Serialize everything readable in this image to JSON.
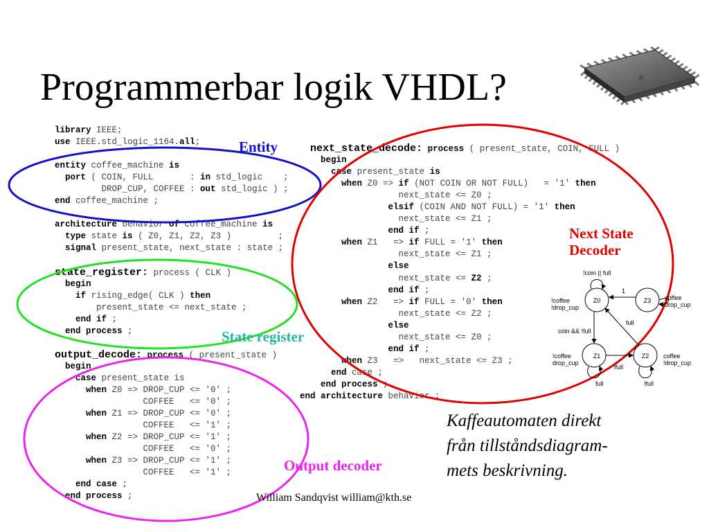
{
  "title": "Programmerbar logik VHDL?",
  "labels": {
    "entity": "Entity",
    "next_state_decoder": [
      "Next State",
      "Decoder"
    ],
    "state_register": "State register",
    "output_decoder": "Output decoder"
  },
  "colors": {
    "entity": "#1010c8",
    "next_state_decoder": "#e00000",
    "state_register": "#22e022",
    "output_decoder": "#ee22ee",
    "state_register_label": "#22b8a0"
  },
  "code_left": [
    [
      {
        "t": "library",
        "k": 1
      },
      {
        "t": " IEEE;",
        "v": 1
      }
    ],
    [
      {
        "t": "use",
        "k": 1
      },
      {
        "t": " IEEE.std_logic_1164.",
        "v": 1
      },
      {
        "t": "all",
        "k": 1
      },
      {
        "t": ";",
        "v": 1
      }
    ],
    [],
    [
      {
        "t": "entity",
        "k": 1
      },
      {
        "t": " coffee_machine ",
        "v": 1
      },
      {
        "t": "is",
        "k": 1
      }
    ],
    [
      {
        "t": "  "
      },
      {
        "t": "port",
        "k": 1
      },
      {
        "t": " ( COIN, FULL       : ",
        "v": 1
      },
      {
        "t": "in",
        "k": 1
      },
      {
        "t": " std_logic    ;",
        "v": 1
      }
    ],
    [
      {
        "t": "         DROP_CUP, COFFEE : ",
        "v": 1
      },
      {
        "t": "out",
        "k": 1
      },
      {
        "t": " std_logic ) ;",
        "v": 1
      }
    ],
    [
      {
        "t": "end",
        "k": 1
      },
      {
        "t": " coffee_machine ;",
        "v": 1
      }
    ],
    [],
    [
      {
        "t": "architecture",
        "k": 1
      },
      {
        "t": " behavior ",
        "v": 1
      },
      {
        "t": "of",
        "k": 1
      },
      {
        "t": " coffee_machine ",
        "v": 1
      },
      {
        "t": "is",
        "k": 1
      }
    ],
    [
      {
        "t": "  "
      },
      {
        "t": "type",
        "k": 1
      },
      {
        "t": " state ",
        "v": 1
      },
      {
        "t": "is",
        "k": 1
      },
      {
        "t": " ( Z0, Z1, Z2, Z3 )         ;",
        "v": 1
      }
    ],
    [
      {
        "t": "  "
      },
      {
        "t": "signal",
        "k": 1
      },
      {
        "t": " present_state, next_state : state ;",
        "v": 1
      }
    ],
    [],
    [
      {
        "t": "state_register:",
        "k": 1,
        "big": 1
      },
      {
        "t": " process ( CLK )",
        "v": 1
      }
    ],
    [
      {
        "t": "  "
      },
      {
        "t": "begin",
        "k": 1
      }
    ],
    [
      {
        "t": "    "
      },
      {
        "t": "if",
        "k": 1
      },
      {
        "t": " rising_edge( CLK ) ",
        "v": 1
      },
      {
        "t": "then",
        "k": 1
      }
    ],
    [
      {
        "t": "        present_state <= next_state ;",
        "v": 1
      }
    ],
    [
      {
        "t": "    "
      },
      {
        "t": "end if",
        "k": 1
      },
      {
        "t": " ;",
        "v": 1
      }
    ],
    [
      {
        "t": "  "
      },
      {
        "t": "end process",
        "k": 1
      },
      {
        "t": " ;",
        "v": 1
      }
    ],
    [],
    [
      {
        "t": "output_decode:",
        "k": 1,
        "big": 1
      },
      {
        "t": " "
      },
      {
        "t": "process",
        "k": 1
      },
      {
        "t": " ( present_state )",
        "v": 1
      }
    ],
    [
      {
        "t": "  "
      },
      {
        "t": "begin",
        "k": 1
      }
    ],
    [
      {
        "t": "    "
      },
      {
        "t": "case",
        "k": 1
      },
      {
        "t": " present_state is",
        "v": 1
      }
    ],
    [
      {
        "t": "      "
      },
      {
        "t": "when",
        "k": 1
      },
      {
        "t": " Z0 => DROP_CUP <= '0' ;",
        "v": 1
      }
    ],
    [
      {
        "t": "                 COFFEE   <= '0' ;",
        "v": 1
      }
    ],
    [
      {
        "t": "      "
      },
      {
        "t": "when",
        "k": 1
      },
      {
        "t": " Z1 => DROP_CUP <= '0' ;",
        "v": 1
      }
    ],
    [
      {
        "t": "                 COFFEE   <= '1' ;",
        "v": 1
      }
    ],
    [
      {
        "t": "      "
      },
      {
        "t": "when",
        "k": 1
      },
      {
        "t": " Z2 => DROP_CUP <= '1' ;",
        "v": 1
      }
    ],
    [
      {
        "t": "                 COFFEE   <= '0' ;",
        "v": 1
      }
    ],
    [
      {
        "t": "      "
      },
      {
        "t": "when",
        "k": 1
      },
      {
        "t": " Z3 => DROP_CUP <= '1' ;",
        "v": 1
      }
    ],
    [
      {
        "t": "                 COFFEE   <= '1' ;",
        "v": 1
      }
    ],
    [
      {
        "t": "    "
      },
      {
        "t": "end case",
        "k": 1
      },
      {
        "t": " ;",
        "v": 1
      }
    ],
    [
      {
        "t": "  "
      },
      {
        "t": "end process",
        "k": 1
      },
      {
        "t": " ;",
        "v": 1
      }
    ]
  ],
  "code_right": [
    [
      {
        "t": "  "
      },
      {
        "t": "next_state_decode:",
        "k": 1,
        "big": 1
      },
      {
        "t": " "
      },
      {
        "t": "process",
        "k": 1
      },
      {
        "t": " ( present_state, COIN, FULL )",
        "v": 1
      }
    ],
    [
      {
        "t": "    "
      },
      {
        "t": "begin",
        "k": 1
      }
    ],
    [
      {
        "t": "      "
      },
      {
        "t": "case",
        "k": 1
      },
      {
        "t": " present_state ",
        "v": 1
      },
      {
        "t": "is",
        "k": 1
      }
    ],
    [
      {
        "t": "        "
      },
      {
        "t": "when",
        "k": 1
      },
      {
        "t": " Z0 => ",
        "v": 1
      },
      {
        "t": "if",
        "k": 1
      },
      {
        "t": " (NOT COIN OR NOT FULL)   = '1' ",
        "v": 1
      },
      {
        "t": "then",
        "k": 1
      }
    ],
    [
      {
        "t": "                   next_state <= Z0 ;",
        "v": 1
      }
    ],
    [
      {
        "t": "                 "
      },
      {
        "t": "elsif",
        "k": 1
      },
      {
        "t": " (COIN AND NOT FULL) = '1' ",
        "v": 1
      },
      {
        "t": "then",
        "k": 1
      }
    ],
    [
      {
        "t": "                   next_state <= Z1 ;",
        "v": 1
      }
    ],
    [
      {
        "t": "                 "
      },
      {
        "t": "end if",
        "k": 1
      },
      {
        "t": " ;",
        "v": 1
      }
    ],
    [
      {
        "t": "        "
      },
      {
        "t": "when",
        "k": 1
      },
      {
        "t": " Z1   => ",
        "v": 1
      },
      {
        "t": "if",
        "k": 1
      },
      {
        "t": " FULL = '1' ",
        "v": 1
      },
      {
        "t": "then",
        "k": 1
      }
    ],
    [
      {
        "t": "                   next_state <= Z1 ;",
        "v": 1
      }
    ],
    [
      {
        "t": "                 "
      },
      {
        "t": "else",
        "k": 1
      }
    ],
    [
      {
        "t": "                   next_state <= ",
        "v": 1
      },
      {
        "t": "Z2",
        "k": 1
      },
      {
        "t": " ;",
        "v": 1
      }
    ],
    [
      {
        "t": "                 "
      },
      {
        "t": "end if",
        "k": 1
      },
      {
        "t": " ;",
        "v": 1
      }
    ],
    [
      {
        "t": "        "
      },
      {
        "t": "when",
        "k": 1
      },
      {
        "t": " Z2   => ",
        "v": 1
      },
      {
        "t": "if",
        "k": 1
      },
      {
        "t": " FULL = '0' ",
        "v": 1
      },
      {
        "t": "then",
        "k": 1
      }
    ],
    [
      {
        "t": "                   next_state <= Z2 ;",
        "v": 1
      }
    ],
    [
      {
        "t": "                 "
      },
      {
        "t": "else",
        "k": 1
      }
    ],
    [
      {
        "t": "                   next_state <= Z0 ;",
        "v": 1
      }
    ],
    [
      {
        "t": "                 "
      },
      {
        "t": "end if",
        "k": 1
      },
      {
        "t": " ;",
        "v": 1
      }
    ],
    [
      {
        "t": "        "
      },
      {
        "t": "when",
        "k": 1
      },
      {
        "t": " Z3   =>   next_state <= Z3 ;",
        "v": 1
      }
    ],
    [
      {
        "t": "      "
      },
      {
        "t": "end",
        "k": 1
      },
      {
        "t": " case ;",
        "v": 1
      }
    ],
    [
      {
        "t": "    "
      },
      {
        "t": "end",
        "k": 1
      },
      {
        "t": " "
      },
      {
        "t": "process",
        "k": 1
      },
      {
        "t": " ;",
        "v": 1
      }
    ],
    [
      {
        "t": "end architecture",
        "k": 1
      },
      {
        "t": " behavior ;",
        "v": 1
      }
    ]
  ],
  "state_diagram": {
    "states": [
      "Z0",
      "Z1",
      "Z2",
      "Z3"
    ],
    "transition_labels": {
      "z0_self": "!coin || full",
      "z3_to_z0": "1",
      "z2_to_z0": "full",
      "z0_to_z1": "coin && !full",
      "z1_to_z2": "!full",
      "z1_self": "full",
      "z2_self": "!full"
    },
    "outputs": {
      "z0": [
        "!coffee",
        "!drop_cup"
      ],
      "z1": [
        "!coffee",
        "drop_cup"
      ],
      "z2": [
        "coffee",
        "!drop_cup"
      ],
      "z3": [
        "coffee",
        "drop_cup"
      ]
    }
  },
  "caption": [
    "Kaffeautomaten direkt",
    "från tillståndsdiagram-",
    "mets beskrivning."
  ],
  "footer": "William Sandqvist  william@kth.se"
}
